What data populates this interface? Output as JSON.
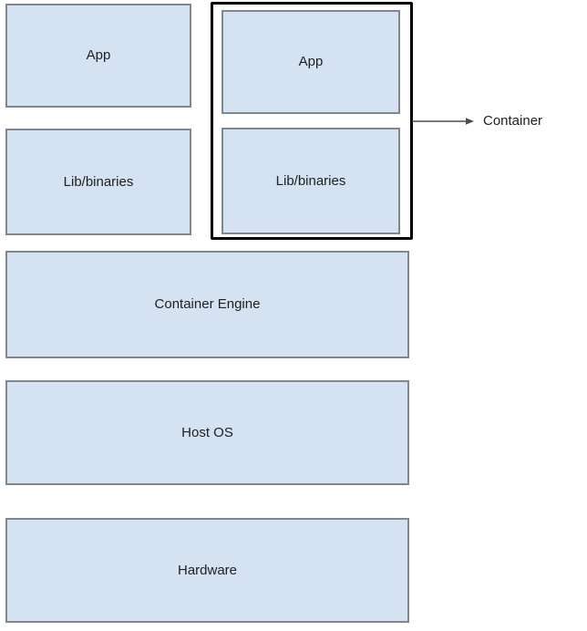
{
  "colors": {
    "box_fill": "#d5e2f1",
    "box_border": "#7f888f",
    "container_border": "#000000",
    "text": "#212121",
    "arrow": "#4d4d4d",
    "canvas_bg": "#ffffff"
  },
  "diagram": {
    "type": "layered-architecture",
    "bare_stack": [
      {
        "label": "App"
      },
      {
        "label": "Lib/binaries"
      }
    ],
    "container": {
      "boxes": [
        {
          "label": "App"
        },
        {
          "label": "Lib/binaries"
        }
      ],
      "callout": "Container"
    },
    "layers": [
      {
        "label": "Container Engine"
      },
      {
        "label": "Host OS"
      },
      {
        "label": "Hardware"
      }
    ]
  }
}
